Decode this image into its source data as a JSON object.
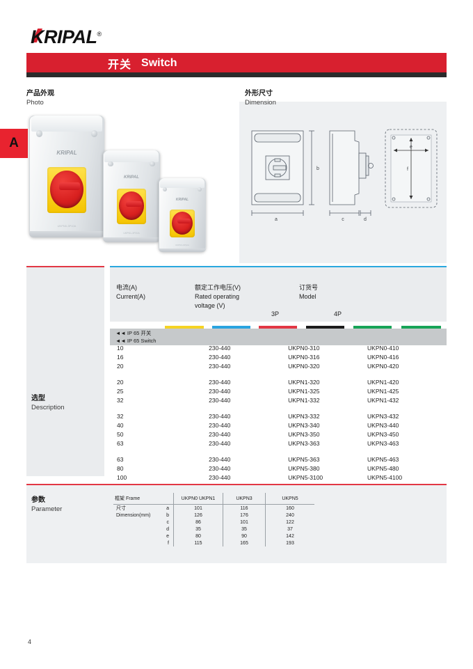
{
  "brand": {
    "name": "KRIPAL",
    "registered": "®"
  },
  "banner": {
    "cn": "开关",
    "en": "Switch"
  },
  "side_tab": {
    "label": "A"
  },
  "sections": {
    "photo": {
      "cn": "产品外观",
      "en": "Photo"
    },
    "dimension": {
      "cn": "外形尺寸",
      "en": "Dimension"
    },
    "description": {
      "cn": "选型",
      "en": "Description"
    },
    "parameter": {
      "cn": "参数",
      "en": "Parameter"
    }
  },
  "product_photos": [
    {
      "brand": "KRIPAL",
      "code": "UKPN0-3P10A",
      "cert": "CE CB"
    },
    {
      "brand": "KRIPAL",
      "code": "UKPN1-3P20A",
      "cert": "CE CB"
    },
    {
      "brand": "KRIPAL",
      "code": "UKPN3-3P32A",
      "cert": "CE CB"
    }
  ],
  "dimension_drawing": {
    "markers": [
      "a",
      "b",
      "c",
      "d",
      "e",
      "f"
    ],
    "views": [
      "front",
      "side",
      "mounting"
    ]
  },
  "selection_table": {
    "headers": {
      "current": {
        "cn": "电流(A)",
        "en": "Current(A)"
      },
      "voltage": {
        "cn": "额定工作电压(V)",
        "en_line1": "Rated operating",
        "en_line2": "voltage (V)"
      },
      "model": {
        "cn": "订货号",
        "en": "Model"
      },
      "pole3": "3P",
      "pole4": "4P"
    },
    "group_banner": {
      "cn": "◄◄ IP 65 开关",
      "en": "◄◄ IP 65 Switch"
    },
    "segment_colors": [
      "#f5d324",
      "#2aa4e0",
      "#e23744",
      "#1b1b1b",
      "#17a457",
      "#17a457"
    ],
    "rows": [
      {
        "current": "10",
        "voltage": "230-440",
        "p3": "UKPN0-310",
        "p4": "UKPN0-410"
      },
      {
        "current": "16",
        "voltage": "230-440",
        "p3": "UKPN0-316",
        "p4": "UKPN0-416"
      },
      {
        "current": "20",
        "voltage": "230-440",
        "p3": "UKPN0-320",
        "p4": "UKPN0-420"
      },
      {
        "gap": true
      },
      {
        "current": "20",
        "voltage": "230-440",
        "p3": "UKPN1-320",
        "p4": "UKPN1-420"
      },
      {
        "current": "25",
        "voltage": "230-440",
        "p3": "UKPN1-325",
        "p4": "UKPN1-425"
      },
      {
        "current": "32",
        "voltage": "230-440",
        "p3": "UKPN1-332",
        "p4": "UKPN1-432"
      },
      {
        "gap": true
      },
      {
        "current": "32",
        "voltage": "230-440",
        "p3": "UKPN3-332",
        "p4": "UKPN3-432"
      },
      {
        "current": "40",
        "voltage": "230-440",
        "p3": "UKPN3-340",
        "p4": "UKPN3-440"
      },
      {
        "current": "50",
        "voltage": "230-440",
        "p3": "UKPN3-350",
        "p4": "UKPN3-450"
      },
      {
        "current": "63",
        "voltage": "230-440",
        "p3": "UKPN3-363",
        "p4": "UKPN3-463"
      },
      {
        "gap": true
      },
      {
        "current": "63",
        "voltage": "230-440",
        "p3": "UKPN5-363",
        "p4": "UKPN5-463"
      },
      {
        "current": "80",
        "voltage": "230-440",
        "p3": "UKPN5-380",
        "p4": "UKPN5-480"
      },
      {
        "current": "100",
        "voltage": "230-440",
        "p3": "UKPN5-3100",
        "p4": "UKPN5-4100"
      }
    ]
  },
  "parameter_table": {
    "frame_header": {
      "cn": "框架",
      "en": "Frame"
    },
    "dim_header": {
      "cn": "尺寸",
      "en": "Dimension(mm)"
    },
    "columns": [
      "UKPN0",
      "UKPN1",
      "UKPN3",
      "UKPN5"
    ],
    "col_groups": [
      "UKPN0  UKPN1",
      "UKPN3",
      "UKPN5"
    ],
    "rows": [
      {
        "letter": "a",
        "values": [
          "101",
          "116",
          "160"
        ]
      },
      {
        "letter": "b",
        "values": [
          "126",
          "176",
          "240"
        ]
      },
      {
        "letter": "c",
        "values": [
          "86",
          "101",
          "122"
        ]
      },
      {
        "letter": "d",
        "values": [
          "35",
          "35",
          "37"
        ]
      },
      {
        "letter": "e",
        "values": [
          "80",
          "90",
          "142"
        ]
      },
      {
        "letter": "f",
        "values": [
          "115",
          "165",
          "193"
        ]
      }
    ]
  },
  "footer": {
    "page_number": "4"
  },
  "colors": {
    "brand_red": "#d8202f",
    "rule_red": "#e23744",
    "rule_cyan": "#29a8df",
    "panel_gray": "#eef0f2",
    "band_gray": "#c6c9cb"
  }
}
